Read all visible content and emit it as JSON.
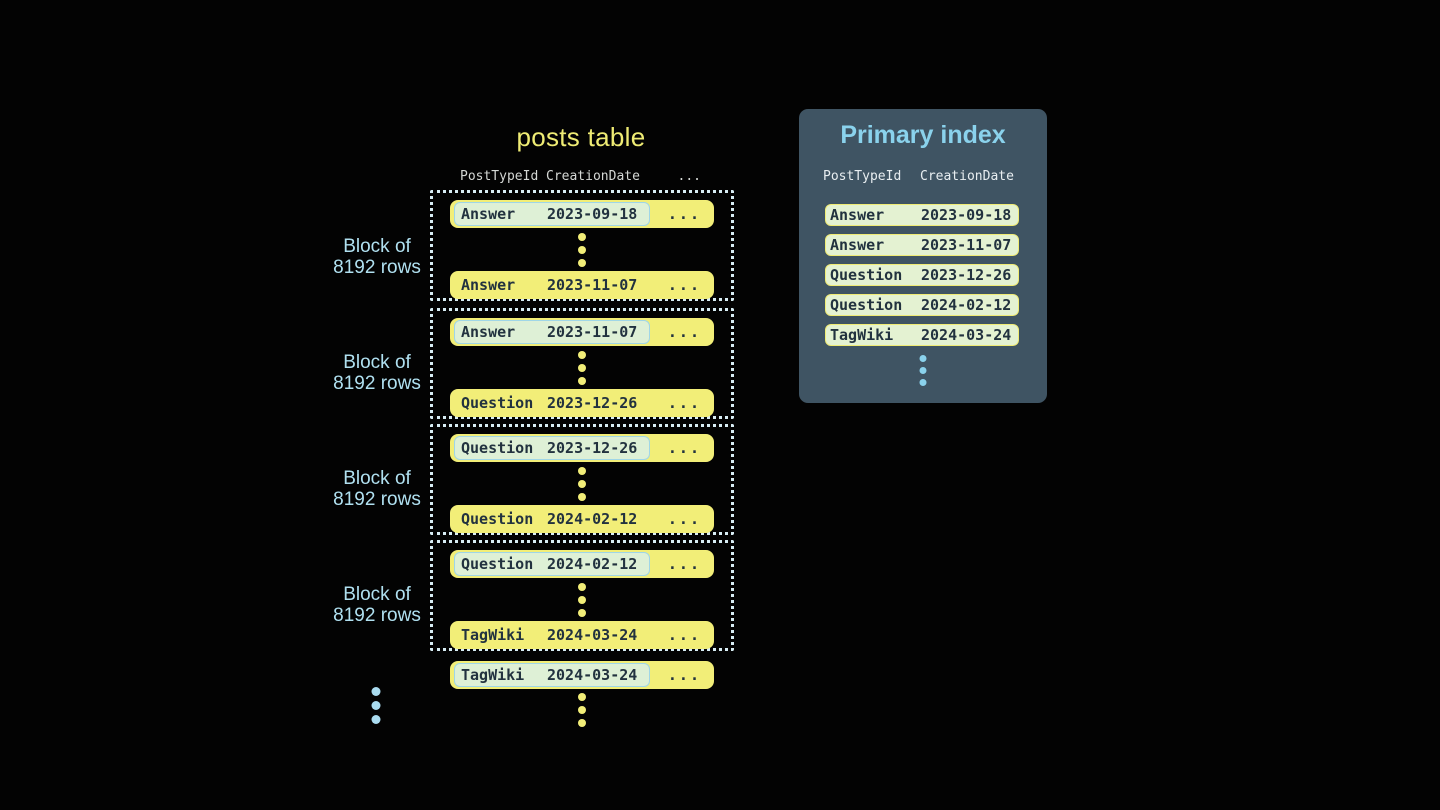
{
  "table": {
    "title": "posts table",
    "columns": {
      "col1": "PostTypeId",
      "col2": "CreationDate",
      "col3": "..."
    },
    "row_ellipsis": "...",
    "block_label": {
      "line1": "Block of",
      "line2": "8192 rows"
    },
    "blocks": [
      {
        "first_row": {
          "type": "Answer",
          "date": "2023-09-18"
        },
        "last_row": {
          "type": "Answer",
          "date": "2023-11-07"
        }
      },
      {
        "first_row": {
          "type": "Answer",
          "date": "2023-11-07"
        },
        "last_row": {
          "type": "Question",
          "date": "2023-12-26"
        }
      },
      {
        "first_row": {
          "type": "Question",
          "date": "2023-12-26"
        },
        "last_row": {
          "type": "Question",
          "date": "2024-02-12"
        }
      },
      {
        "first_row": {
          "type": "Question",
          "date": "2024-02-12"
        },
        "last_row": {
          "type": "TagWiki",
          "date": "2024-03-24"
        }
      }
    ],
    "overflow_row": {
      "type": "TagWiki",
      "date": "2024-03-24"
    }
  },
  "index": {
    "title": "Primary index",
    "columns": {
      "col1": "PostTypeId",
      "col2": "CreationDate"
    },
    "rows": [
      {
        "type": "Answer",
        "date": "2023-09-18"
      },
      {
        "type": "Answer",
        "date": "2023-11-07"
      },
      {
        "type": "Question",
        "date": "2023-12-26"
      },
      {
        "type": "Question",
        "date": "2024-02-12"
      },
      {
        "type": "TagWiki",
        "date": "2024-03-24"
      }
    ]
  },
  "colors": {
    "background": "#030303",
    "row_yellow": "#f2ee78",
    "text_navy": "#22323f",
    "dotted_border": "#d8edf4",
    "label_blue": "#b0e0f0",
    "panel_background": "#3f5463",
    "panel_title_blue": "#8ad2ec",
    "index_row_green": "#e4f2d2",
    "index_row_border_yellow": "#f0ec75",
    "highlight_green": "#def0d6",
    "highlight_border_blue": "#9fd6e8",
    "header_gray": "#d5d8d5"
  }
}
